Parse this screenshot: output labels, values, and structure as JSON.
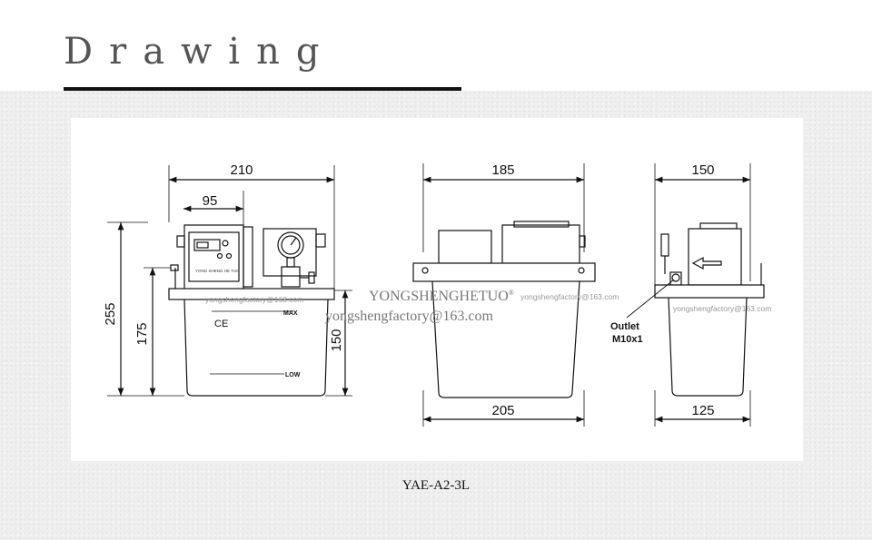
{
  "page": {
    "title": "Drawing",
    "caption": "YAE-A2-3L"
  },
  "watermarks": {
    "brand": "YONGSHENGHETUO",
    "brand_mark": "®",
    "email": "yongshengfactory@163.com"
  },
  "front_view": {
    "dim_top": "210",
    "dim_inner": "95",
    "dim_height_total": "255",
    "dim_height_body": "175",
    "dim_height_tank": "150",
    "label_max": "MAX",
    "label_low": "LOW",
    "label_ce": "CE",
    "panel_text": "YONG SHENG HE TUO"
  },
  "side_view": {
    "dim_top": "185",
    "dim_bottom": "205"
  },
  "end_view": {
    "dim_top": "150",
    "dim_bottom": "125",
    "outlet_label": "Outlet",
    "outlet_thread": "M10x1"
  },
  "colors": {
    "line": "#111111",
    "title": "#555555",
    "watermark": "#999999"
  }
}
